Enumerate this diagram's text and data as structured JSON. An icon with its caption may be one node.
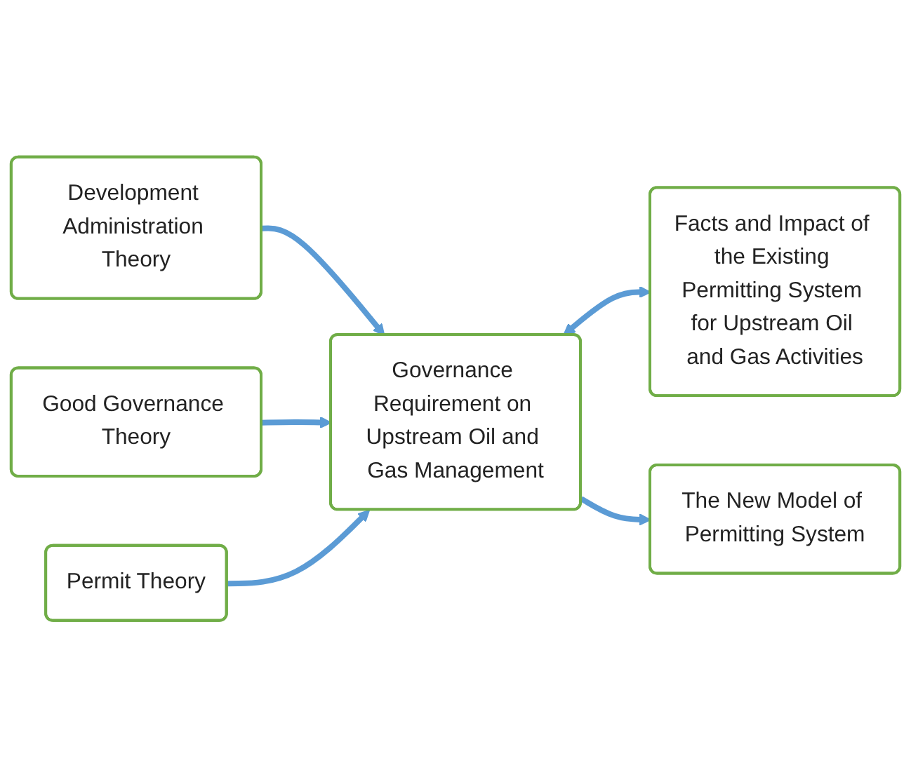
{
  "diagram": {
    "nodes": [
      {
        "text": [
          "Development Administration Theory"
        ]
      },
      {
        "text": [
          "Good Governance Theory"
        ]
      },
      {
        "text": [
          "Permit Theory"
        ]
      },
      {
        "text": [
          "Governance Requirement on Upstream Oil and Gas Management"
        ]
      },
      {
        "text": [
          "Facts and Impact of the Existing Permitting System for Upstream Oil and Gas Activities"
        ]
      },
      {
        "text": [
          "The New Model of Permitting System"
        ]
      }
    ],
    "edges": [
      {
        "from": 0,
        "to": 3,
        "arrow": "to"
      },
      {
        "from": 1,
        "to": 3,
        "arrow": "to"
      },
      {
        "from": 2,
        "to": 3,
        "arrow": "to"
      },
      {
        "from": 3,
        "to": 4,
        "arrow": "both"
      },
      {
        "from": 3,
        "to": 5,
        "arrow": "to"
      }
    ]
  }
}
